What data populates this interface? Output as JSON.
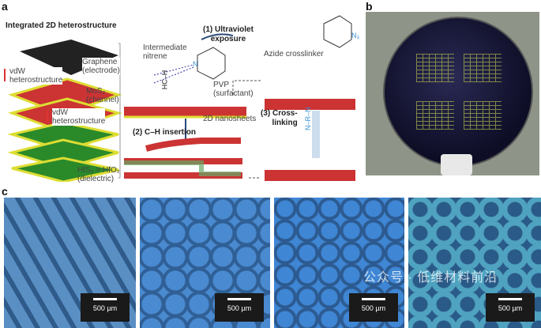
{
  "panels": {
    "a": "a",
    "b": "b",
    "c": "c"
  },
  "panel_a": {
    "title": "Integrated 2D heterostructure",
    "graphene": "Graphene",
    "graphene_role": "(electrode)",
    "vdw1": "vdW",
    "vdw1b": "heterostructure",
    "mos2": "MoS₂",
    "mos2_role": "(channel)",
    "vdw2": "vdW",
    "vdw2b": "heterostructure",
    "hfs2": "HfS₂ > HfO₂",
    "hfs2_role": "(dielectric)",
    "step1": "(1) Ultraviolet",
    "step1b": "exposure",
    "n3": "N₃",
    "nitrene": "Intermediate",
    "nitrene_b": "nitrene",
    "hch": "HC–H",
    "n": "N",
    "pvp": "PVP",
    "pvp_role": "(surfactant)",
    "nanosheets": "2D nanosheets",
    "step2": "(2) C–H insertion",
    "crosslinker": "Azide crosslinker",
    "step3": "(3) Cross-",
    "step3b": "linking",
    "link": "N–R–N"
  },
  "panel_c": {
    "scale_bars": [
      "500 µm",
      "500 µm",
      "500 µm",
      "500 µm"
    ]
  },
  "watermark": "公众号 · 低维材料前沿",
  "colors": {
    "azide_blue": "#3a8fd0",
    "arrow": "#2b4a7a",
    "micro_bg": "#3c6fa8"
  }
}
